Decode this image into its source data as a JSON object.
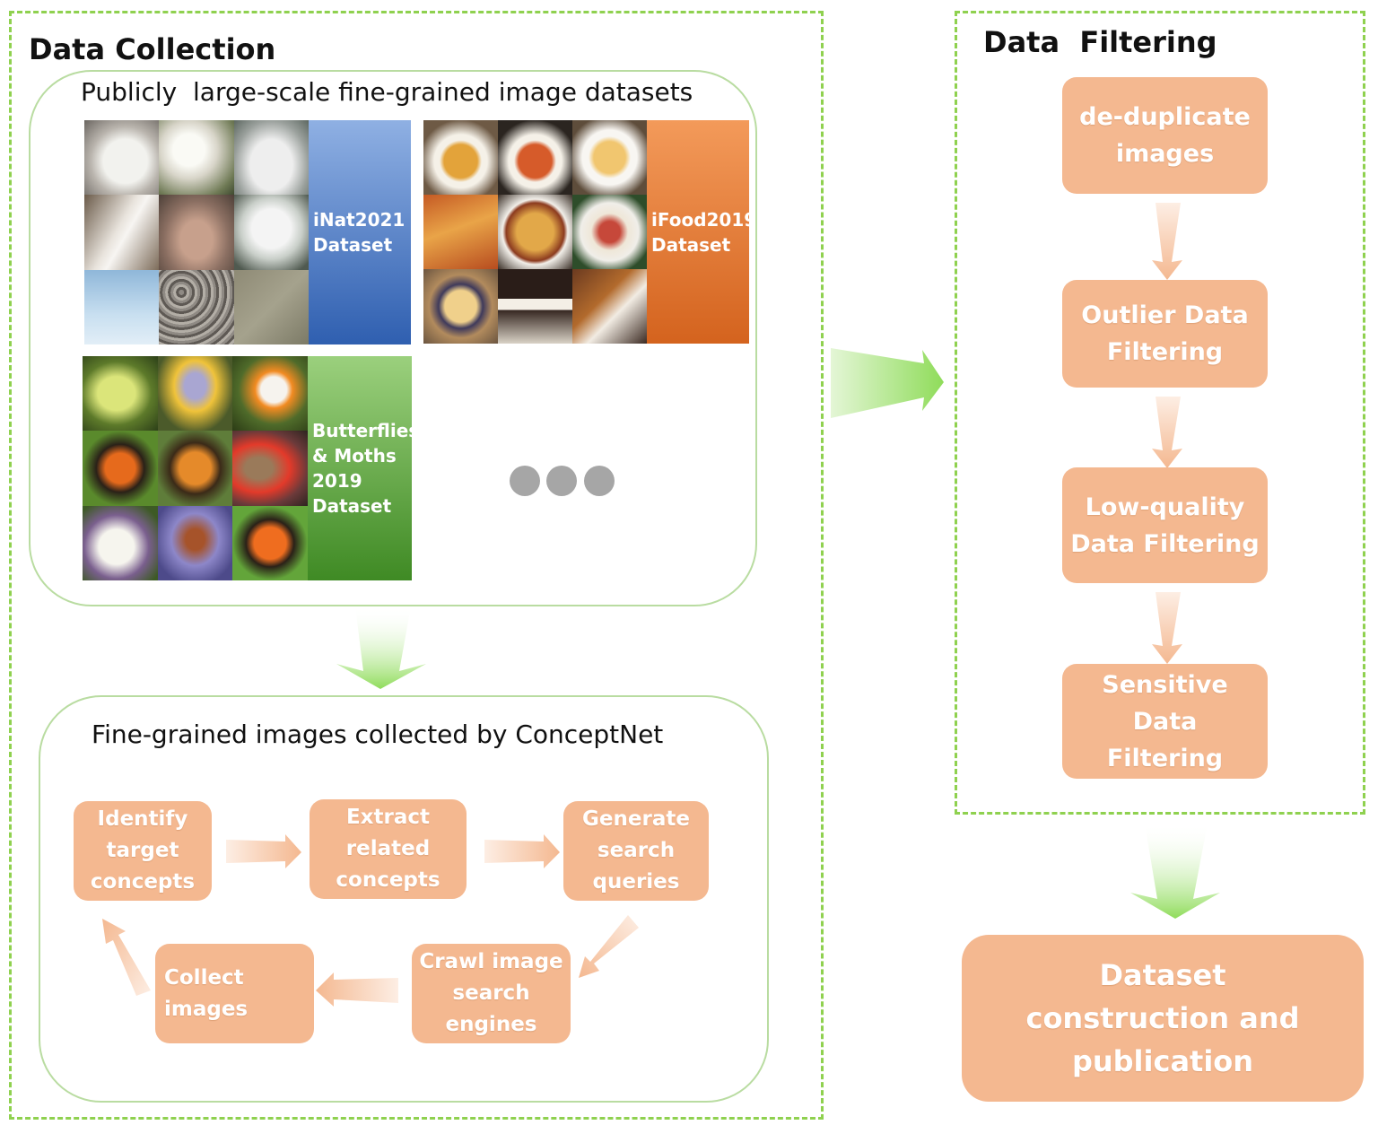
{
  "data_collection": {
    "title": "Data Collection",
    "public_section": {
      "title": "Publicly  large-scale fine-grained image datasets",
      "datasets": [
        {
          "label": "iNat2021\nDataset",
          "color": "#4f78c5"
        },
        {
          "label": "iFood2019\nDataset",
          "color": "#e27833"
        },
        {
          "label": "Butterflies\n& Moths\n2019\nDataset",
          "color": "#5b9b3c"
        }
      ]
    },
    "conceptnet_section": {
      "title": "Fine-grained images collected by ConceptNet",
      "steps": [
        "Identify\ntarget\nconcepts",
        "Extract\nrelated\nconcepts",
        "Generate\nsearch\nqueries",
        "Crawl image\nsearch\nengines",
        "Collect\nimages"
      ]
    }
  },
  "data_filtering": {
    "title": "Data  Filtering",
    "steps": [
      "de-duplicate\nimages",
      "Outlier Data\nFiltering",
      "Low-quality\nData Filtering",
      "Sensitive Data\nFiltering"
    ]
  },
  "output": {
    "label": "Dataset\nconstruction  and\npublication"
  },
  "colors": {
    "panel_border": "#8fd14f",
    "box_fill": "#f4b890",
    "box_text": "#ffffff",
    "arrow_green": "#8fdc5a",
    "arrow_orange": "#f4b890"
  }
}
